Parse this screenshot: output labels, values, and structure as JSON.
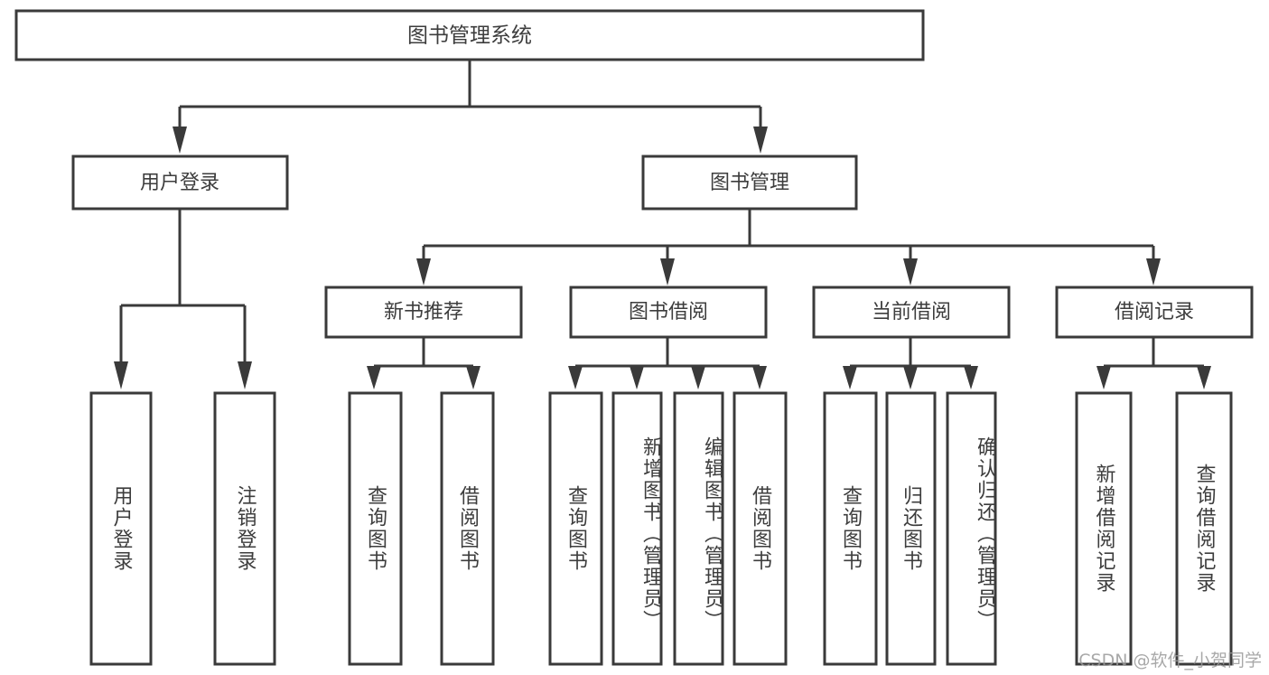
{
  "diagram": {
    "title": "图书管理系统",
    "type": "tree-hierarchy",
    "root": {
      "id": "root",
      "label": "图书管理系统"
    },
    "level2": [
      {
        "id": "user-login",
        "label": "用户登录"
      },
      {
        "id": "book-management",
        "label": "图书管理"
      }
    ],
    "level3": [
      {
        "id": "new-book-recommend",
        "label": "新书推荐",
        "parent": "book-management"
      },
      {
        "id": "book-borrow",
        "label": "图书借阅",
        "parent": "book-management"
      },
      {
        "id": "current-borrow",
        "label": "当前借阅",
        "parent": "book-management"
      },
      {
        "id": "borrow-record",
        "label": "借阅记录",
        "parent": "book-management"
      }
    ],
    "leaves": [
      {
        "id": "leaf-user-login",
        "label": "用户登录",
        "parent": "user-login"
      },
      {
        "id": "leaf-user-logout",
        "label": "注销登录",
        "parent": "user-login"
      },
      {
        "id": "leaf-query-book-1",
        "label": "查询图书",
        "parent": "new-book-recommend"
      },
      {
        "id": "leaf-borrow-book-1",
        "label": "借阅图书",
        "parent": "new-book-recommend"
      },
      {
        "id": "leaf-query-book-2",
        "label": "查询图书",
        "parent": "book-borrow"
      },
      {
        "id": "leaf-add-book",
        "label": "新增图书（管理员）",
        "parent": "book-borrow"
      },
      {
        "id": "leaf-edit-book",
        "label": "编辑图书（管理员）",
        "parent": "book-borrow"
      },
      {
        "id": "leaf-borrow-book-2",
        "label": "借阅图书",
        "parent": "book-borrow"
      },
      {
        "id": "leaf-query-book-3",
        "label": "查询图书",
        "parent": "current-borrow"
      },
      {
        "id": "leaf-return-book",
        "label": "归还图书",
        "parent": "current-borrow"
      },
      {
        "id": "leaf-confirm-return",
        "label": "确认归还（管理员）",
        "parent": "current-borrow"
      },
      {
        "id": "leaf-add-record",
        "label": "新增借阅记录",
        "parent": "borrow-record"
      },
      {
        "id": "leaf-query-record",
        "label": "查询借阅记录",
        "parent": "borrow-record"
      }
    ],
    "colors": {
      "stroke": "#3a3a3a",
      "text": "#3d3d3d",
      "background": "#ffffff",
      "watermark": "#9a9a9a"
    }
  },
  "watermark": {
    "text": "CSDN @软件_小贺同学"
  }
}
